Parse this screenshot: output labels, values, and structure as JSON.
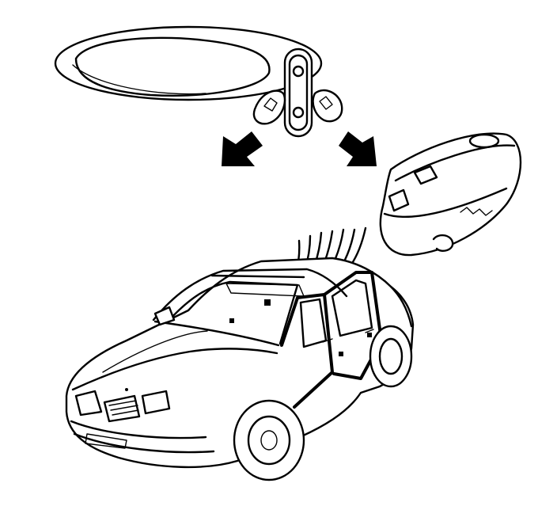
{
  "illustration": {
    "components": [
      {
        "name": "remote-key-fob",
        "icon": "key-fob-icon"
      },
      {
        "name": "receiver-unit",
        "icon": "receiver-icon"
      },
      {
        "name": "vehicle",
        "icon": "sedan-icon"
      }
    ],
    "signal": {
      "icon": "radio-waves-icon"
    },
    "arrows": {
      "count": 2,
      "color": "#000000"
    },
    "line_color": "#000000",
    "background": "#ffffff"
  }
}
